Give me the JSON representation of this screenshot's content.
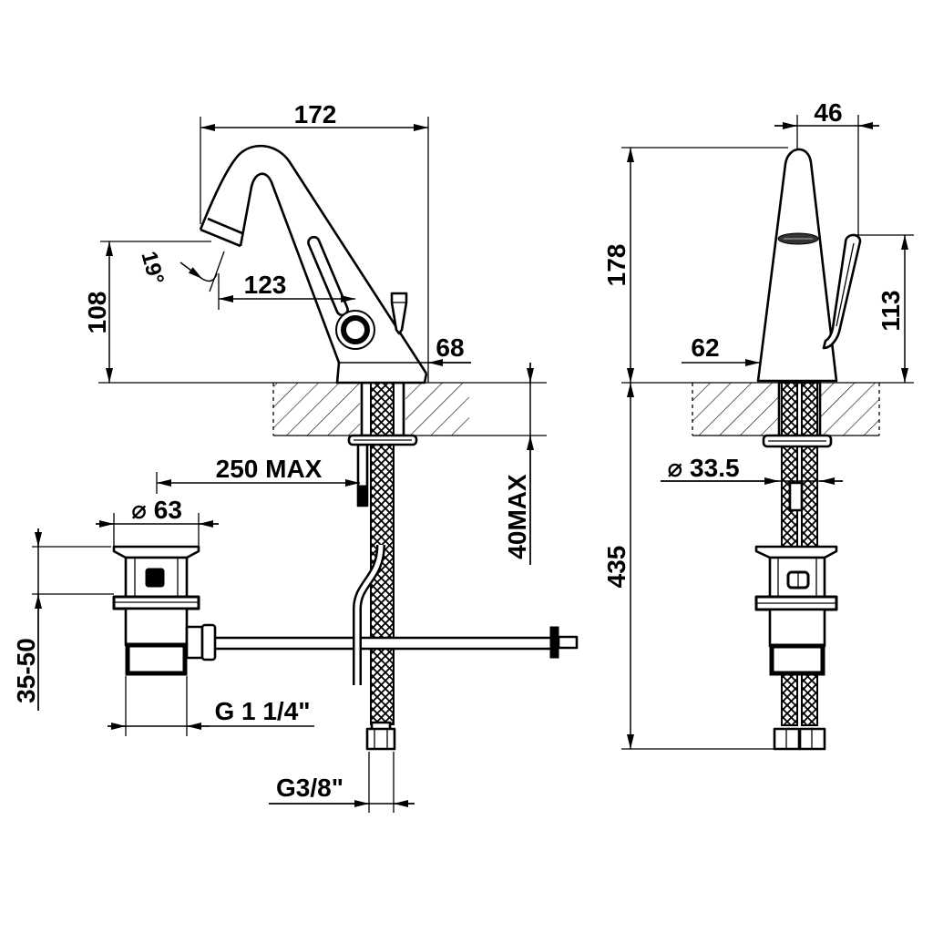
{
  "side_view": {
    "overall_width": "172",
    "spout_height": "108",
    "spout_angle": "19°",
    "handle_distance": "123",
    "base_length": "68",
    "drain_distance": "250 MAX",
    "deck_thickness": "40MAX",
    "drain_diameter": "⌀ 63",
    "drain_height": "35-50",
    "drain_thread": "G 1 1/4\"",
    "hose_thread": "G3/8\""
  },
  "front_view": {
    "spout_width": "46",
    "overall_height": "178",
    "lever_height": "113",
    "base_width": "62",
    "shank_diameter": "⌀ 33.5",
    "hose_length": "435"
  }
}
